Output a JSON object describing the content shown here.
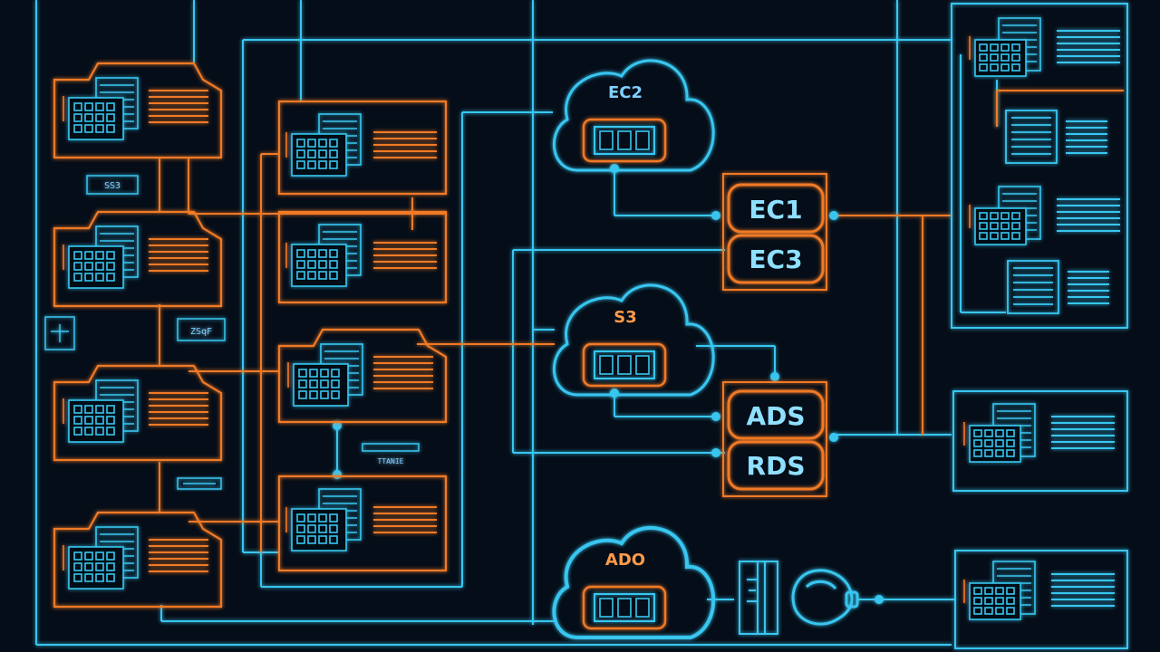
{
  "colors": {
    "background": "#050d18",
    "cyan": "#38c6f0",
    "orange": "#f07a28",
    "text_blue": "#7fd0ff",
    "text_orange": "#ff9a4a"
  },
  "clouds": [
    {
      "id": "cloud-ec2",
      "label": "EC2",
      "text_color": "#7fd0ff"
    },
    {
      "id": "cloud-s3",
      "label": "S3",
      "text_color": "#ff9a4a"
    },
    {
      "id": "cloud-ado",
      "label": "ADO",
      "text_color": "#ff9a4a"
    }
  ],
  "instance_panel_top": {
    "items": [
      "EC1",
      "EC3"
    ]
  },
  "instance_panel_bottom": {
    "items": [
      "ADS",
      "RDS"
    ]
  },
  "small_labels": {
    "left_tag_1": "SS3",
    "left_tag_2": "ZSqF",
    "mid_caption": "TTANIE"
  },
  "icons": {
    "server_node": "server-rack-icon",
    "storage_drive": "storage-drive-icon",
    "gateway": "gateway-icon",
    "connector_loop": "cable-loop-icon"
  }
}
